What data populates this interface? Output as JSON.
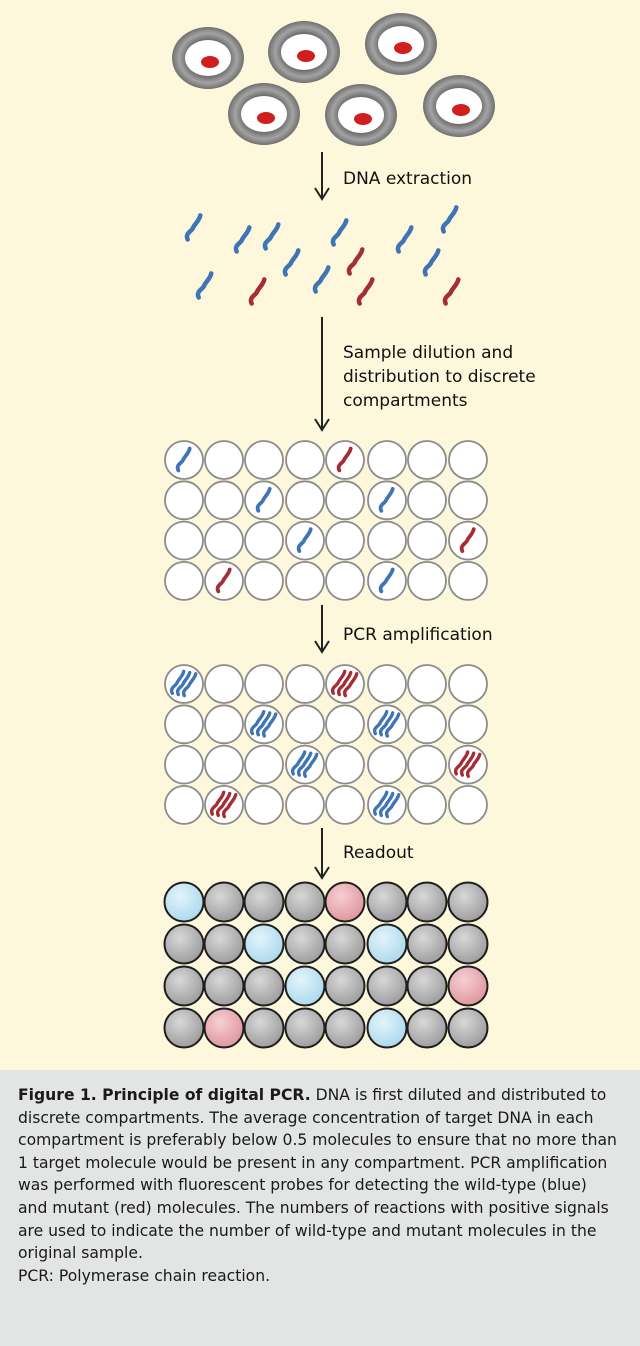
{
  "steps": [
    {
      "label_lines": [
        "DNA extraction"
      ]
    },
    {
      "label_lines": [
        "Sample dilution and",
        "distribution to discrete",
        "compartments"
      ]
    },
    {
      "label_lines": [
        "PCR amplification"
      ]
    },
    {
      "label_lines": [
        "Readout"
      ]
    }
  ],
  "cells": [
    {
      "name": "cell-1"
    },
    {
      "name": "cell-2"
    },
    {
      "name": "cell-3"
    },
    {
      "name": "cell-4"
    },
    {
      "name": "cell-5"
    },
    {
      "name": "cell-6"
    }
  ],
  "fragments": [
    {
      "color": "blue"
    },
    {
      "color": "blue"
    },
    {
      "color": "blue"
    },
    {
      "color": "blue"
    },
    {
      "color": "blue"
    },
    {
      "color": "blue"
    },
    {
      "color": "blue"
    },
    {
      "color": "blue"
    },
    {
      "color": "blue"
    },
    {
      "color": "blue"
    },
    {
      "color": "red"
    },
    {
      "color": "red"
    },
    {
      "color": "red"
    },
    {
      "color": "red"
    }
  ],
  "grids": {
    "distribution": [
      [
        "blue",
        "",
        "",
        "",
        "red",
        "",
        "",
        ""
      ],
      [
        "",
        "",
        "blue",
        "",
        "",
        "blue",
        "",
        ""
      ],
      [
        "",
        "",
        "",
        "blue",
        "",
        "",
        "",
        "red"
      ],
      [
        "",
        "red",
        "",
        "",
        "",
        "blue",
        "",
        ""
      ]
    ],
    "amplification": [
      [
        "blue",
        "",
        "",
        "",
        "red",
        "",
        "",
        ""
      ],
      [
        "",
        "",
        "blue",
        "",
        "",
        "blue",
        "",
        ""
      ],
      [
        "",
        "",
        "",
        "blue",
        "",
        "",
        "",
        "red"
      ],
      [
        "",
        "red",
        "",
        "",
        "",
        "blue",
        "",
        ""
      ]
    ],
    "readout": [
      [
        "blue",
        "",
        "",
        "",
        "red",
        "",
        "",
        ""
      ],
      [
        "",
        "",
        "blue",
        "",
        "",
        "blue",
        "",
        ""
      ],
      [
        "",
        "",
        "",
        "blue",
        "",
        "",
        "",
        "red"
      ],
      [
        "",
        "red",
        "",
        "",
        "",
        "blue",
        "",
        ""
      ]
    ]
  },
  "colors": {
    "background": "#fdf7dc",
    "caption_background": "#e3e4e4",
    "wild_type_blue": "#3f74b5",
    "mutant_red": "#a32e36",
    "readout_blue": "#bfe4f3",
    "readout_red": "#eaa9b0",
    "readout_negative": "#a3a3a3",
    "cell_ring": "#8c8c8c",
    "nucleus": "#d11e1e"
  },
  "caption": {
    "title": "Figure 1. Principle of digital PCR.",
    "body": " DNA is first diluted and distributed to discrete compartments. The average concentration of target DNA in each compartment is preferably below 0.5 molecules to ensure that no more than 1 target molecule would be present in any compartment. PCR amplification was performed with fluorescent probes for detecting the wild-type (blue) and mutant (red) molecules. The numbers of reactions with positive signals are used to indicate the number of wild-type and mutant molecules in the original sample.",
    "note": "PCR: Polymerase chain reaction."
  }
}
